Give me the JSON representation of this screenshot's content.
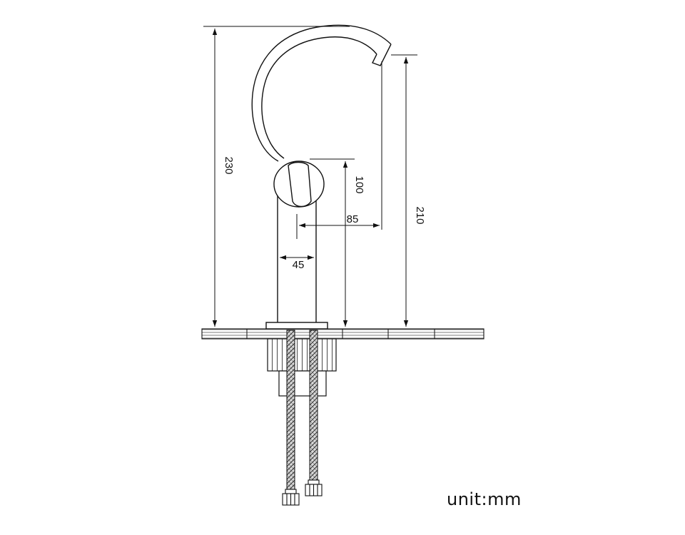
{
  "dimensions": {
    "overall_height": "230",
    "spout_height": "210",
    "handle_height": "100",
    "spout_reach": "85",
    "body_width": "45"
  },
  "unit_label": "unit:mm"
}
